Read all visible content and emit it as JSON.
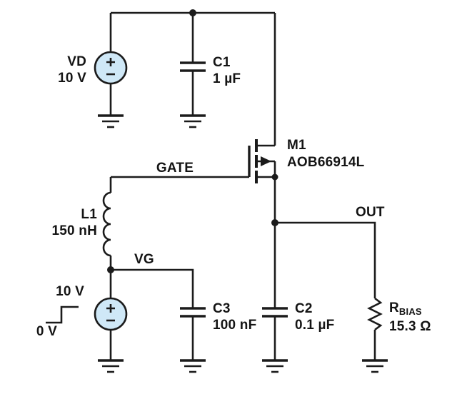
{
  "diagram": {
    "type": "circuit-schematic",
    "sources": {
      "vd": {
        "name": "VD",
        "value": "10 V"
      },
      "vg_pulse": {
        "high": "10 V",
        "low": "0 V"
      }
    },
    "capacitors": {
      "c1": {
        "name": "C1",
        "value": "1 µF"
      },
      "c2": {
        "name": "C2",
        "value": "0.1 µF"
      },
      "c3": {
        "name": "C3",
        "value": "100 nF"
      }
    },
    "inductor": {
      "name": "L1",
      "value": "150 nH"
    },
    "mosfet": {
      "name": "M1",
      "part": "AOB66914L"
    },
    "resistor": {
      "name": "R",
      "sub": "BIAS",
      "value": "15.3 Ω"
    },
    "nets": {
      "gate": "GATE",
      "vg": "VG",
      "out": "OUT"
    }
  },
  "colors": {
    "wire": "#1b1b1b",
    "source_fill": "#cfe8f7",
    "text": "#141414",
    "background": "#ffffff"
  }
}
